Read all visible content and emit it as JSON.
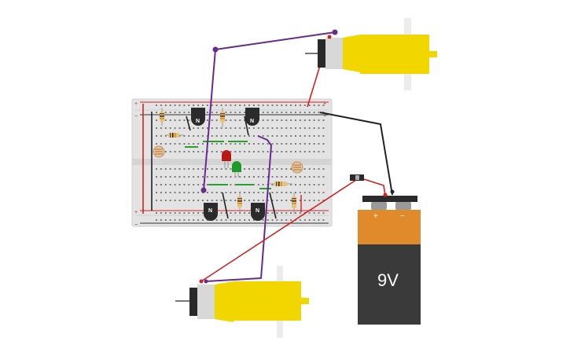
{
  "battery": {
    "label": "9V",
    "plus": "+",
    "minus": "−",
    "top_color": "#e08a2c",
    "body_color": "#3a3a3a"
  },
  "transistors": [
    "N",
    "N",
    "N",
    "N"
  ],
  "breadboard": {
    "rail_plus": "+",
    "rail_minus": "−"
  },
  "wires": {
    "red": "#d42020",
    "purple": "#6a2a8c",
    "black": "#222222",
    "green": "#2aa02a"
  },
  "motors": {
    "body_color": "#f2d600",
    "shaft_color": "#ececec",
    "can_color": "#d8d8d8"
  },
  "leds": {
    "red": "#b81818",
    "green": "#1e9a2a"
  }
}
